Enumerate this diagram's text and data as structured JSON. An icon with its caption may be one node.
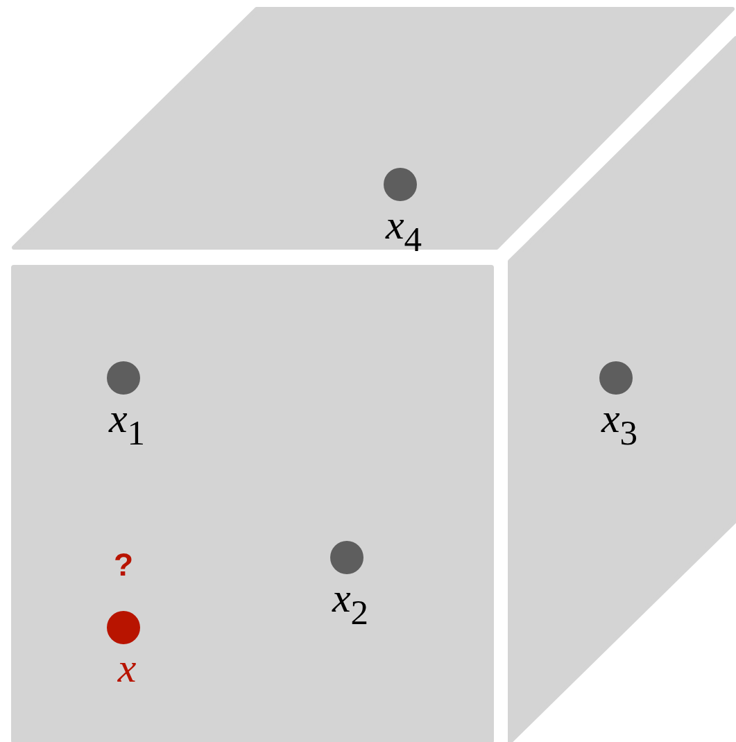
{
  "diagram": {
    "nodes": [
      {
        "text": [],
        "shape": "parallelogram"
      },
      {
        "text": [
          "*x*$_{4}$"
        ],
        "in": 0
      },
      {
        "text": [],
        "shape": "box"
      },
      {
        "text": [
          "*x*$_{1}$"
        ],
        "in": 2
      },
      {
        "text": [],
        "shape": "parallelogram"
      },
      {
        "text": [
          "*x*$_{3}$"
        ],
        "in": 4
      },
      {
        "text": [
          "*x*$_{2}$"
        ],
        "in": 2
      },
      {
        "text": [
          "*x*"
        ],
        "beside": [
          "?"
        ],
        "in": 2
      }
    ]
  }
}
